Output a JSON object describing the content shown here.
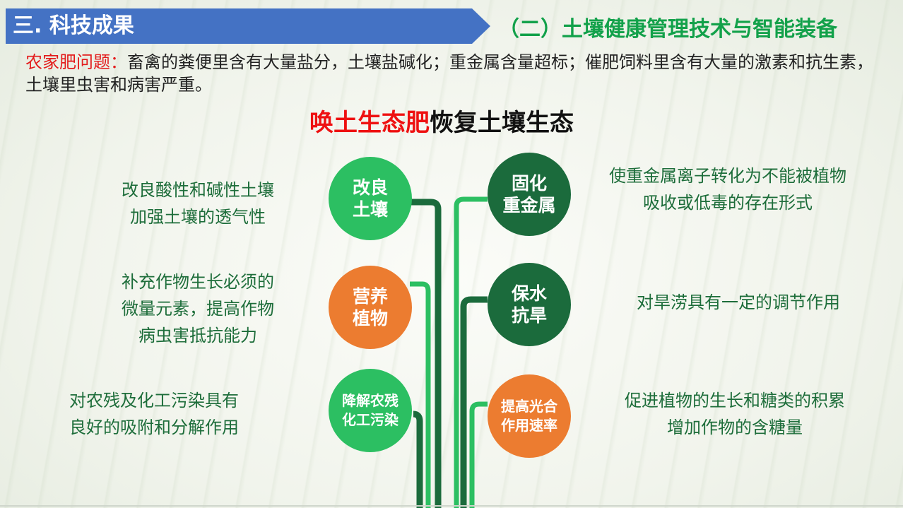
{
  "header": {
    "section_title": "三. 科技成果",
    "subtitle": "（二）土壤健康管理技术与智能装备",
    "accent_color": "#4472c4",
    "subtitle_color": "#12a14a"
  },
  "problem": {
    "label": "农家肥问题：",
    "text": "畜禽的粪便里含有大量盐分，土壤盐碱化；重金属含量超标；催肥饲料里含有大量的激素和抗生素，土壤里虫害和病害严重。"
  },
  "main_title": {
    "highlight": "唤土生态肥",
    "rest": "恢复土壤生态"
  },
  "nodes": {
    "improve_soil": {
      "label": "改良\n土壤",
      "desc": "改良酸性和碱性土壤\n加强土壤的透气性"
    },
    "nourish_plants": {
      "label": "营养\n植物",
      "desc": "补充作物生长必须的\n微量元素，提高作物\n病虫害抵抗能力"
    },
    "degrade_residue": {
      "label": "降解农残\n化工污染",
      "desc": "对农残及化工污染具有\n良好的吸附和分解作用"
    },
    "fix_metals": {
      "label": "固化\n重金属",
      "desc": "使重金属离子转化为不能被植物\n吸收或低毒的存在形式"
    },
    "retain_water": {
      "label": "保水\n抗旱",
      "desc": "对旱涝具有一定的调节作用"
    },
    "photosynthesis": {
      "label": "提高光合\n作用速率",
      "desc": "促进植物的生长和糖类的积累\n增加作物的含糖量"
    }
  }
}
